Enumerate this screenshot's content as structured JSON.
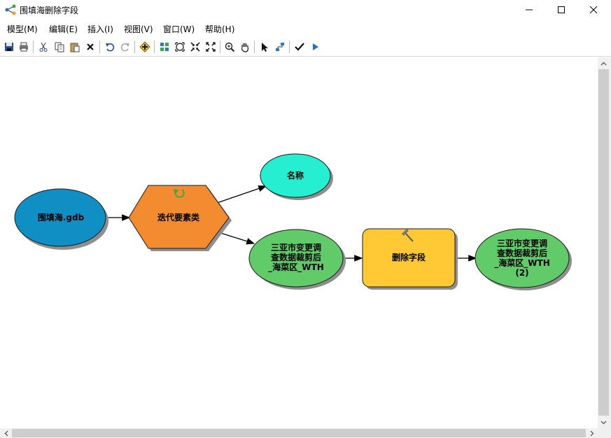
{
  "window": {
    "title": "围填海删除字段",
    "buttons": {
      "minimize": "minimize",
      "maximize": "maximize",
      "close": "close"
    }
  },
  "menu": [
    {
      "label": "模型(M)"
    },
    {
      "label": "编辑(E)"
    },
    {
      "label": "插入(I)"
    },
    {
      "label": "视图(V)"
    },
    {
      "label": "窗口(W)"
    },
    {
      "label": "帮助(H)"
    }
  ],
  "toolbar": [
    "save-icon",
    "print-icon",
    "cut-icon",
    "copy-icon",
    "paste-icon",
    "delete-icon",
    "undo-icon",
    "redo-icon",
    "add-data-icon",
    "auto-layout-icon",
    "full-extent-icon",
    "fixed-zoom-in-icon",
    "fixed-zoom-out-icon",
    "zoom-in-icon",
    "pan-icon",
    "select-icon",
    "connect-icon",
    "validate-icon",
    "run-icon"
  ],
  "model": {
    "input_gdb": "围填海.gdb",
    "iterator": "迭代要素类",
    "name_var": "名称",
    "iter_output": [
      "三亚市变更调",
      "查数据裁剪后",
      "_海菜区_WTH"
    ],
    "tool": "删除字段",
    "final_output": [
      "三亚市变更调",
      "查数据裁剪后",
      "_海菜区_WTH",
      "(2)"
    ]
  },
  "colors": {
    "input_blue": "#0f8fc4",
    "iterator_orange": "#f38b30",
    "variable_cyan": "#25efd0",
    "output_green": "#62cb69",
    "tool_yellow": "#fec935"
  }
}
